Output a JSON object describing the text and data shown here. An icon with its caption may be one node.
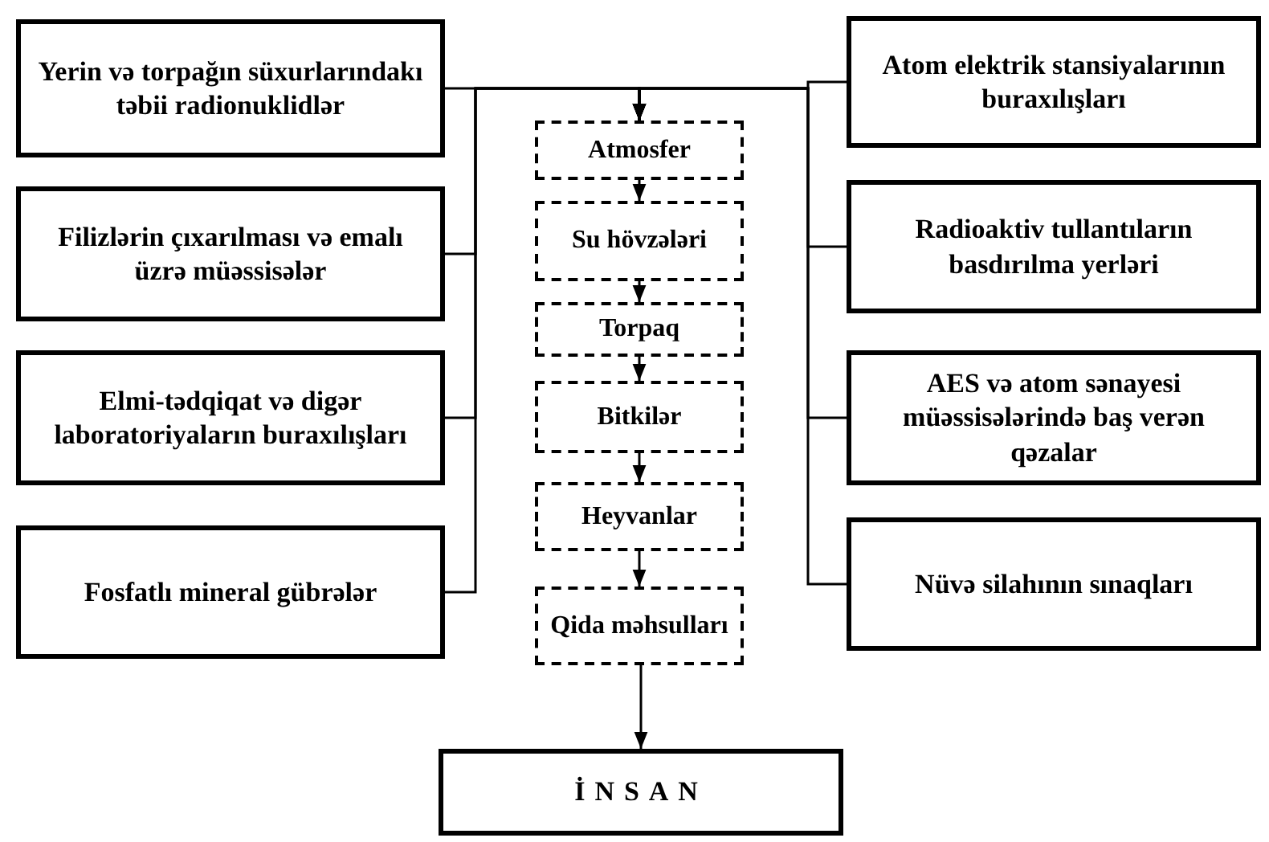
{
  "diagram": {
    "nodes": [
      {
        "text": [
          "Yerin və torpağın süxurlarındakı təbii radionuklidlər"
        ]
      },
      {
        "text": [
          "Filizlərin çıxarılması və emalı üzrə müəssisələr"
        ]
      },
      {
        "text": [
          "Elmi-tədqiqat və digər laboratoriyaların buraxılışları"
        ]
      },
      {
        "text": [
          "Fosfatlı mineral gübrələr"
        ]
      },
      {
        "text": [
          "Atmosfer"
        ]
      },
      {
        "text": [
          "Su hövzələri"
        ]
      },
      {
        "text": [
          "Torpaq"
        ]
      },
      {
        "text": [
          "Bitkilər"
        ]
      },
      {
        "text": [
          "Heyvanlar"
        ]
      },
      {
        "text": [
          "Qida məhsulları"
        ]
      },
      {
        "text": [
          "İNSAN"
        ]
      },
      {
        "text": [
          "Atom elektrik stansiyalarının buraxılışları"
        ]
      },
      {
        "text": [
          "Radioaktiv tullantıların basdırılma yerləri"
        ]
      },
      {
        "text": [
          "AES və atom sənayesi müəssisələrində baş verən qəzalar"
        ]
      },
      {
        "text": [
          "Nüvə silahının sınaqları"
        ]
      }
    ],
    "edges": [
      {
        "from": 0,
        "to": 4,
        "arrow": "to"
      },
      {
        "from": 1,
        "to": 4,
        "arrow": "to"
      },
      {
        "from": 2,
        "to": 4,
        "arrow": "to"
      },
      {
        "from": 3,
        "to": 4,
        "arrow": "to"
      },
      {
        "from": 11,
        "to": 4,
        "arrow": "to"
      },
      {
        "from": 12,
        "to": 4,
        "arrow": "to"
      },
      {
        "from": 13,
        "to": 4,
        "arrow": "to"
      },
      {
        "from": 14,
        "to": 4,
        "arrow": "to"
      },
      {
        "from": 4,
        "to": 5,
        "arrow": "to"
      },
      {
        "from": 5,
        "to": 6,
        "arrow": "to"
      },
      {
        "from": 6,
        "to": 7,
        "arrow": "to"
      },
      {
        "from": 7,
        "to": 8,
        "arrow": "to"
      },
      {
        "from": 8,
        "to": 9,
        "arrow": "to"
      },
      {
        "from": 9,
        "to": 10,
        "arrow": "to"
      }
    ]
  }
}
